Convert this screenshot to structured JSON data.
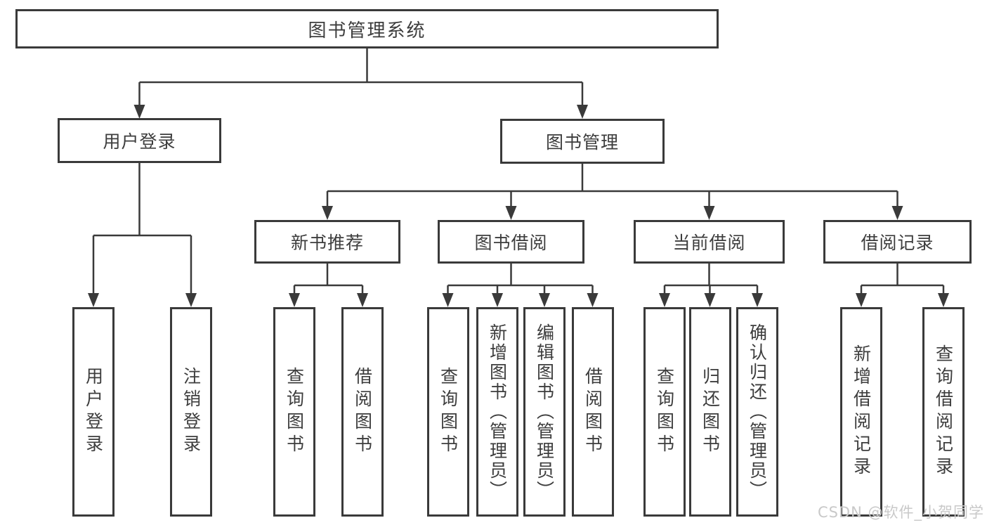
{
  "tree": {
    "root": {
      "label": "图书管理系统",
      "children": [
        {
          "label": "用户登录",
          "children": [
            {
              "label": "用户登录"
            },
            {
              "label": "注销登录"
            }
          ]
        },
        {
          "label": "图书管理",
          "children": [
            {
              "label": "新书推荐",
              "children": [
                {
                  "label": "查询图书"
                },
                {
                  "label": "借阅图书"
                }
              ]
            },
            {
              "label": "图书借阅",
              "children": [
                {
                  "label": "查询图书"
                },
                {
                  "label": "新增图书（管理员）"
                },
                {
                  "label": "编辑图书（管理员）"
                },
                {
                  "label": "借阅图书"
                }
              ]
            },
            {
              "label": "当前借阅",
              "children": [
                {
                  "label": "查询图书"
                },
                {
                  "label": "归还图书"
                },
                {
                  "label": "确认归还（管理员）"
                }
              ]
            },
            {
              "label": "借阅记录",
              "children": [
                {
                  "label": "新增借阅记录"
                },
                {
                  "label": "查询借阅记录"
                }
              ]
            }
          ]
        }
      ]
    }
  },
  "watermark": {
    "text": "CSDN @软件_小贺同学"
  },
  "colors": {
    "line": "#3a3a3a",
    "text": "#3d3d3d",
    "watermark": "#c9c9c9",
    "background": "#ffffff"
  }
}
